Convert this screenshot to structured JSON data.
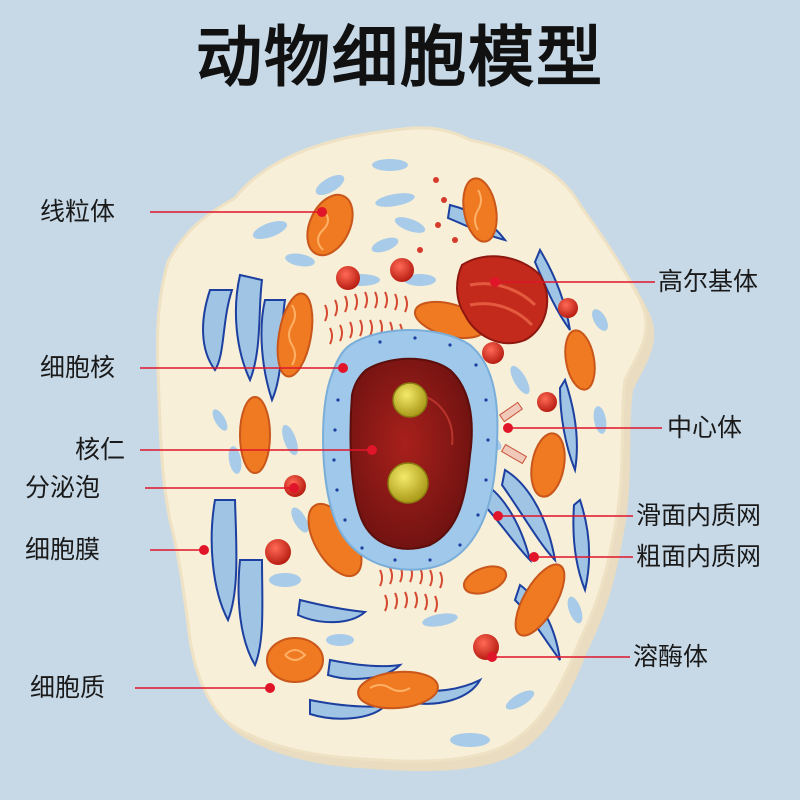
{
  "title": "动物细胞模型",
  "colors": {
    "background": "#c7d9e7",
    "cytoplasm": "#f7efd7",
    "er": "#9fc4e4",
    "er_line": "#1c3fa0",
    "mitochondria": "#ef7a22",
    "golgi": "#c42a1b",
    "nucleus_envelope": "#9fc8ea",
    "nucleoplasm": "#8c1a17",
    "nucleolus": "#d8c53a",
    "pointer": "#e0152a"
  },
  "labels": {
    "mitochondria": "线粒体",
    "nucleus": "细胞核",
    "nucleolus": "核仁",
    "secretory_vesicle": "分泌泡",
    "cell_membrane": "细胞膜",
    "cytoplasm": "细胞质",
    "golgi": "高尔基体",
    "centrosome": "中心体",
    "smooth_er": "滑面内质网",
    "rough_er": "粗面内质网",
    "lysosome": "溶酶体"
  }
}
